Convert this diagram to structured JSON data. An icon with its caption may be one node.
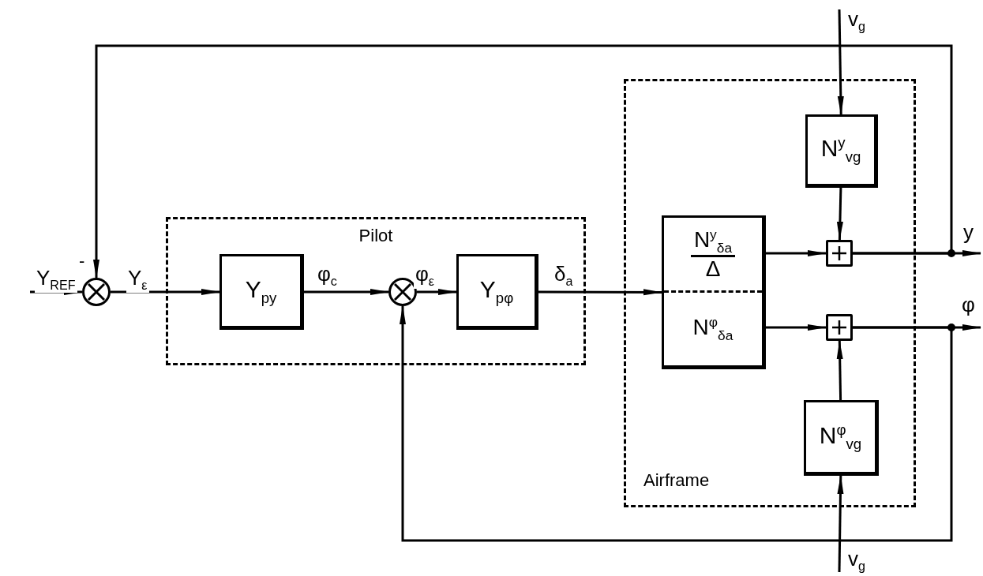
{
  "diagram": {
    "nodes": [
      {
        "text": [
          "Pilot"
        ]
      },
      {
        "text": [
          "Airframe"
        ]
      },
      {
        "text": [],
        "shape": "circle"
      },
      {
        "text": [
          "Y$_{py}$"
        ],
        "in": 0
      },
      {
        "text": [],
        "shape": "circle",
        "in": 0
      },
      {
        "text": [
          "Y$_{pφ}$"
        ],
        "in": 0
      },
      {
        "text": [
          "N$^{y}$$_{δa}$",
          "Δ",
          "N$^{φ}$$_{δa}$"
        ],
        "in": 1
      },
      {
        "text": [
          "N$^{y}$$_{vg}$"
        ],
        "in": 1
      },
      {
        "text": [],
        "shape": "box",
        "in": 1
      },
      {
        "text": [],
        "shape": "box",
        "in": 1
      },
      {
        "text": [
          "N$^{φ}$$_{vg}$"
        ],
        "in": 1
      }
    ],
    "edges": [
      {
        "from": null,
        "to": 2,
        "arrow": "to",
        "label": "Y$_{REF}$"
      },
      {
        "from": 2,
        "to": 3,
        "arrow": "to",
        "label": "Y$_{ε}$"
      },
      {
        "from": 3,
        "to": 4,
        "arrow": "to",
        "label": "φ$_{c}$"
      },
      {
        "from": 4,
        "to": 5,
        "arrow": "to",
        "label": "φ$_{ε}$"
      },
      {
        "from": 5,
        "to": 6,
        "arrow": "to",
        "label": "δ$_{a}$"
      },
      {
        "from": 6,
        "to": 8,
        "arrow": "to"
      },
      {
        "from": 6,
        "to": 9,
        "arrow": "to"
      },
      {
        "from": null,
        "to": 7,
        "arrow": "to",
        "label": "v$_{g}$"
      },
      {
        "from": 7,
        "to": 8,
        "arrow": "to"
      },
      {
        "from": null,
        "to": 10,
        "arrow": "to",
        "label": "v$_{g}$"
      },
      {
        "from": 10,
        "to": 9,
        "arrow": "to"
      },
      {
        "from": 8,
        "to": null,
        "arrow": "to",
        "label": "y"
      },
      {
        "from": 9,
        "to": null,
        "arrow": "to",
        "label": "φ"
      },
      {
        "from": 8,
        "to": 2,
        "arrow": "to"
      },
      {
        "from": 9,
        "to": 4,
        "arrow": "to"
      }
    ],
    "labels": [
      "-"
    ]
  }
}
